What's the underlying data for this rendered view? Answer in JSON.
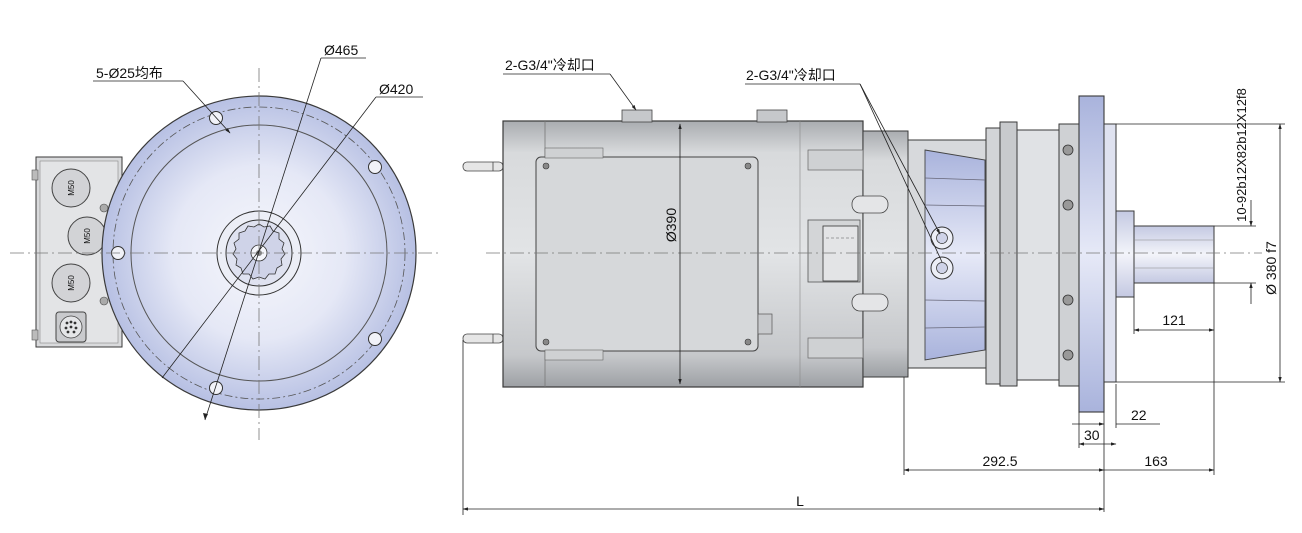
{
  "colors": {
    "body_gray": "#c9cbcd",
    "body_gray_dark": "#9a9da1",
    "flange_blue": "#c3cbe9",
    "flange_blue_light": "#e4e7f6",
    "line": "#2b2b2b"
  },
  "front_view": {
    "bolt_holes_label": "5-Ø25均布",
    "dia_outer_label": "Ø465",
    "dia_pcd_label": "Ø420",
    "connector_labels": [
      "M50",
      "M50",
      "M50"
    ]
  },
  "side_view": {
    "cooling_port_1_label": "2-G3/4\"冷却口",
    "cooling_port_2_label": "2-G3/4\"冷却口",
    "motor_dia_label": "Ø390",
    "spline_label": "10-92b12X82b12X12f8",
    "pilot_dia_label": "Ø 380 f7",
    "dim_121": "121",
    "dim_22": "22",
    "dim_30": "30",
    "dim_292_5": "292.5",
    "dim_163": "163",
    "dim_L": "L"
  }
}
